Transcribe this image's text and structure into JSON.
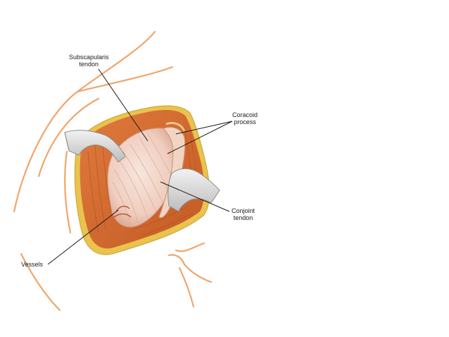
{
  "labels": {
    "subscapularis": {
      "line1": "Subscapularis",
      "line2": "tendon"
    },
    "coracoid": {
      "line1": "Coracoid",
      "line2": "process"
    },
    "conjoint": {
      "line1": "Conjoint",
      "line2": "tendon"
    },
    "vessels": {
      "text": "Vessels"
    }
  },
  "colors": {
    "skin_outline": "#f0a56a",
    "muscle": "#d96a2e",
    "muscle_dark": "#b9521f",
    "tendon": "#f3d8cc",
    "tendon_stripe": "#d99f8a",
    "retractor": "#d9d9d9",
    "fat_edge": "#e7c24a",
    "leader_line": "#1a1a1a"
  }
}
